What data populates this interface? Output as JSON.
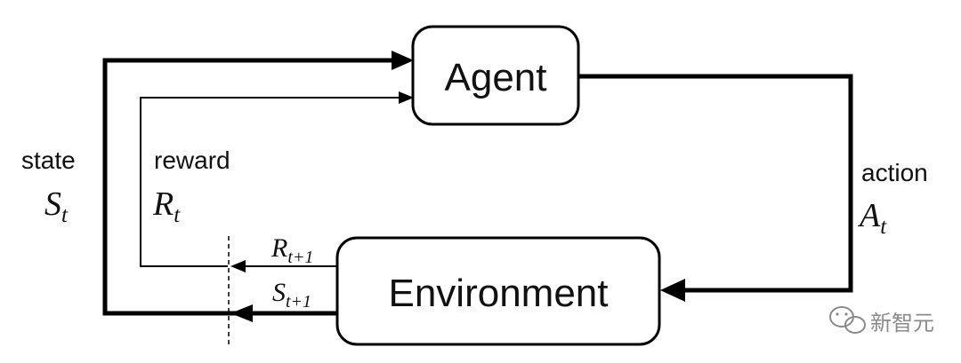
{
  "nodes": {
    "agent": "Agent",
    "environment": "Environment"
  },
  "labels": {
    "state": {
      "word": "state",
      "symbol": "S",
      "sub": "t"
    },
    "reward": {
      "word": "reward",
      "symbol": "R",
      "sub": "t"
    },
    "action": {
      "word": "action",
      "symbol": "A",
      "sub": "t"
    },
    "next_reward": {
      "symbol": "R",
      "sub": "t+1"
    },
    "next_state": {
      "symbol": "S",
      "sub": "t+1"
    }
  },
  "watermark": {
    "text": "新智元",
    "icon": "wechat-icon"
  },
  "colors": {
    "stroke": "#000000",
    "watermark": "#8a8a8a"
  }
}
